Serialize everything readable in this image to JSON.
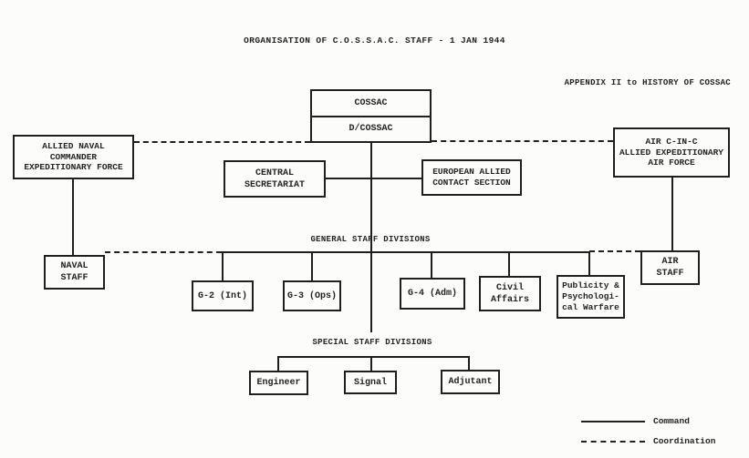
{
  "title": "ORGANISATION OF C.O.S.S.A.C. STAFF - 1 JAN 1944",
  "appendix_note": "APPENDIX II to HISTORY OF COSSAC",
  "sections": {
    "general_staff": "GENERAL STAFF DIVISIONS",
    "special_staff": "SPECIAL STAFF DIVISIONS"
  },
  "boxes": {
    "cossac": "COSSAC",
    "d_cossac": "D/COSSAC",
    "allied_naval_commander": "ALLIED NAVAL\nCOMMANDER\nEXPEDITIONARY FORCE",
    "air_c_in_c": "AIR C-IN-C\nALLIED EXPEDITIONARY\nAIR  FORCE",
    "central_secretariat": "CENTRAL\nSECRETARIAT",
    "european_allied_contact_section": "EUROPEAN ALLIED\nCONTACT SECTION",
    "naval_staff": "NAVAL\nSTAFF",
    "g2": "G-2 (Int)",
    "g3": "G-3 (Ops)",
    "g4": "G-4 (Adm)",
    "civil_affairs": "Civil\nAffairs",
    "publicity_psychological_warfare": "Publicity &\nPsychologi-\ncal Warfare",
    "air_staff": "AIR\nSTAFF",
    "engineer": "Engineer",
    "signal": "Signal",
    "adjutant": "Adjutant"
  },
  "legend": {
    "command": "Command",
    "coordination": "Coordination"
  },
  "line_styles": {
    "command": "solid",
    "coordination": "dashed"
  },
  "colors": {
    "ink": "#1f1f1f",
    "paper": "#fcfcfa"
  }
}
